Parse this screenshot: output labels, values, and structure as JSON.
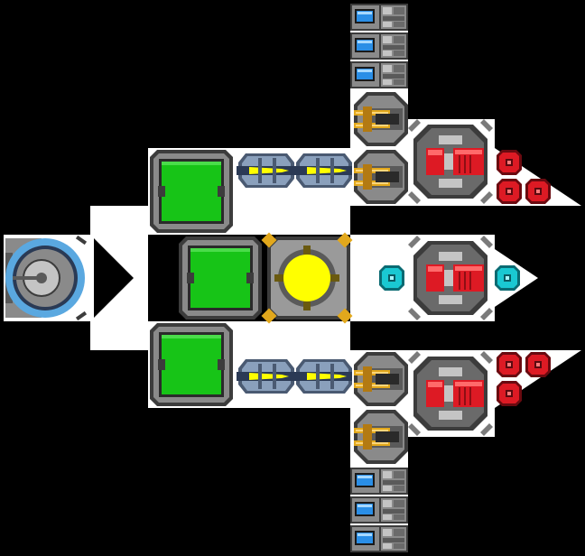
{
  "palette": {
    "background": "#000000",
    "hull": "#ffffff",
    "frame_dark": "#3c3c3c",
    "frame_mid": "#8a8a8a",
    "frame_light": "#c4c4c4",
    "armor_green": "#17c417",
    "reactor_yellow": "#ffff00",
    "gold_accent": "#e2a81c",
    "thruster_red": "#dd1a24",
    "shield_cyan": "#1ac8d2",
    "battery_blue": "#2a8ee6",
    "cockpit_blue": "#5aa8e0"
  },
  "ship": {
    "cockpit": {
      "icon": "cockpit-icon"
    },
    "reactor": {
      "icon": "reactor-core-icon"
    },
    "armor_blocks": {
      "icon": "armor-block-icon",
      "count": 3
    },
    "laser_cannons": {
      "icon": "laser-cannon-icon",
      "count": 4
    },
    "gun_turrets": {
      "icon": "gun-turret-icon",
      "count": 4
    },
    "thrusters": {
      "icon": "thruster-icon",
      "count": 3
    },
    "red_modules": {
      "icon": "red-module-icon",
      "count": 6
    },
    "shield_modules": {
      "icon": "shield-module-icon",
      "count": 2
    },
    "batteries": {
      "icon": "battery-icon",
      "count": 6
    }
  }
}
